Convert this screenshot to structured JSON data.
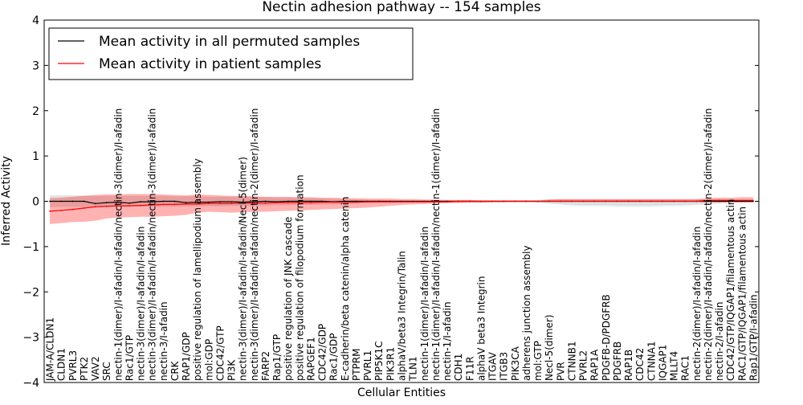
{
  "chart_data": {
    "type": "line",
    "title": "Nectin adhesion pathway -- 154 samples",
    "xlabel": "Cellular Entities",
    "ylabel": "Inferred Activity",
    "ylim": [
      -4,
      4
    ],
    "yticks": [
      "−4",
      "−3",
      "−2",
      "−1",
      "0",
      "1",
      "2",
      "3",
      "4"
    ],
    "ytick_values": [
      -4,
      -3,
      -2,
      -1,
      0,
      1,
      2,
      3,
      4
    ],
    "grid": false,
    "legend_placement": "top-left",
    "categories": [
      "JAM-A/CLDN1",
      "CLDN1",
      "PVRL3",
      "PTK2",
      "VAV2",
      "SRC",
      "nectin-1(dimer)/I-afadin/I-afadin/nectin-3(dimer)/I-afadin",
      "Rac1/GTP",
      "nectin-3(dimer)/I-afadin/I-afadin",
      "nectin-3(dimer)/I-afadin/I-afadin/nectin-3(dimer)/I-afadin",
      "nectin-3/I-afadin",
      "CRK",
      "RAP1/GDP",
      "positive regulation of lamellipodium assembly",
      "mol:GDP",
      "CDC42/GTP",
      "PI3K",
      "nectin-3(dimer)/I-afadin/I-afadin/Necl-5(dimer)",
      "nectin-3(dimer)/I-afadin/I-afadin/nectin-2(dimer)/I-afadin",
      "FARP2",
      "Rap1/GTP",
      "positive regulation of JNK cascade",
      "positive regulation of filopodium formation",
      "RAPGEF1",
      "CDC42/GDP",
      "Rac1/GDP",
      "E-cadherin/beta catenin/alpha catenin",
      "PTPRM",
      "PVRL1",
      "PIP5K1C",
      "PIK3R1",
      "alphaV/beta3 Integrin/Talin",
      "TLN1",
      "nectin-1(dimer)/I-afadin/I-afadin",
      "nectin-1(dimer)/I-afadin/I-afadin/nectin-1(dimer)/I-afadin",
      "nectin-1/I-afadin",
      "CDH1",
      "F11R",
      "alphaV beta3 Integrin",
      "ITGAV",
      "ITGB3",
      "PIK3CA",
      "adherens junction assembly",
      "mol:GTP",
      "Necl-5(dimer)",
      "PVR",
      "CTNNB1",
      "PVRL2",
      "RAP1A",
      "PDGFB-D/PDGFRB",
      "PDGFRB",
      "RAP1B",
      "CDC42",
      "CTNNA1",
      "IQGAP1",
      "MLLT4",
      "RAC1",
      "nectin-2(dimer)/I-afadin/I-afadin",
      "nectin-2(dimer)/I-afadin/I-afadin/nectin-2(dimer)/I-afadin",
      "nectin-2/I-afadin",
      "CDC42/GTP/IQGAP1/filamentous actin",
      "RAC1/GTP/IQGAP1/filamentous actin",
      "Rap1/GTP/I-afadin"
    ],
    "series": [
      {
        "name": "Mean activity in all permuted samples",
        "color": "#000000",
        "values": [
          0.0,
          0.0,
          0.0,
          0.0,
          -0.05,
          -0.03,
          -0.02,
          -0.04,
          -0.01,
          -0.01,
          0.0,
          0.0,
          -0.03,
          -0.02,
          -0.02,
          -0.01,
          -0.01,
          -0.02,
          -0.01,
          0.0,
          -0.01,
          0.0,
          0.0,
          0.0,
          0.0,
          -0.01,
          0.0,
          0.0,
          0.0,
          0.0,
          0.0,
          0.0,
          0.0,
          0.0,
          0.0,
          0.0,
          0.0,
          0.0,
          0.0,
          0.0,
          0.0,
          0.0,
          0.0,
          0.0,
          0.0,
          0.0,
          0.0,
          0.0,
          0.0,
          0.0,
          0.0,
          0.0,
          0.0,
          0.0,
          0.0,
          0.0,
          0.0,
          0.0,
          0.0,
          0.0,
          0.0,
          0.0,
          0.0
        ],
        "band_lower": [
          -0.13,
          -0.13,
          -0.13,
          -0.13,
          -0.13,
          -0.13,
          -0.12,
          -0.12,
          -0.12,
          -0.12,
          -0.12,
          -0.12,
          -0.11,
          -0.11,
          -0.11,
          -0.11,
          -0.1,
          -0.1,
          -0.1,
          -0.1,
          -0.09,
          -0.09,
          -0.08,
          -0.08,
          -0.07,
          -0.07,
          -0.06,
          -0.05,
          -0.04,
          -0.03,
          -0.03,
          -0.02,
          -0.02,
          -0.02,
          -0.02,
          -0.02,
          -0.02,
          -0.02,
          -0.02,
          -0.02,
          -0.02,
          -0.02,
          -0.02,
          -0.03,
          -0.05,
          -0.07,
          -0.09,
          -0.1,
          -0.1,
          -0.1,
          -0.11,
          -0.11,
          -0.11,
          -0.11,
          -0.1,
          -0.1,
          -0.09,
          -0.08,
          -0.07,
          -0.05,
          -0.04,
          -0.03,
          -0.03
        ],
        "band_upper": [
          0.13,
          0.13,
          0.13,
          0.13,
          0.12,
          0.12,
          0.12,
          0.12,
          0.12,
          0.12,
          0.12,
          0.11,
          0.11,
          0.11,
          0.1,
          0.1,
          0.1,
          0.1,
          0.09,
          0.09,
          0.08,
          0.08,
          0.07,
          0.07,
          0.06,
          0.05,
          0.05,
          0.04,
          0.03,
          0.03,
          0.02,
          0.02,
          0.02,
          0.02,
          0.02,
          0.02,
          0.02,
          0.02,
          0.02,
          0.02,
          0.02,
          0.02,
          0.02,
          0.03,
          0.04,
          0.05,
          0.05,
          0.05,
          0.05,
          0.05,
          0.05,
          0.05,
          0.05,
          0.05,
          0.05,
          0.05,
          0.05,
          0.05,
          0.05,
          0.05,
          0.04,
          0.03,
          0.03
        ]
      },
      {
        "name": "Mean activity in patient samples",
        "color": "#ff0000",
        "values": [
          -0.22,
          -0.2,
          -0.18,
          -0.15,
          -0.12,
          -0.11,
          -0.1,
          -0.1,
          -0.09,
          -0.08,
          -0.07,
          -0.07,
          -0.06,
          -0.06,
          -0.05,
          -0.05,
          -0.05,
          -0.04,
          -0.04,
          -0.04,
          -0.03,
          -0.03,
          -0.03,
          -0.03,
          -0.02,
          -0.02,
          -0.02,
          -0.02,
          -0.01,
          -0.01,
          -0.01,
          -0.01,
          -0.01,
          -0.01,
          -0.01,
          -0.01,
          0.0,
          0.0,
          0.0,
          0.0,
          0.0,
          0.0,
          0.0,
          0.0,
          0.0,
          0.0,
          0.0,
          0.0,
          0.0,
          0.0,
          0.0,
          0.0,
          0.0,
          0.0,
          0.0,
          0.0,
          0.0,
          0.0,
          0.02,
          0.02,
          0.02,
          0.02,
          0.02
        ],
        "band_lower": [
          -0.5,
          -0.48,
          -0.46,
          -0.45,
          -0.43,
          -0.38,
          -0.36,
          -0.35,
          -0.34,
          -0.34,
          -0.33,
          -0.32,
          -0.3,
          -0.25,
          -0.23,
          -0.24,
          -0.25,
          -0.24,
          -0.23,
          -0.23,
          -0.22,
          -0.21,
          -0.2,
          -0.19,
          -0.18,
          -0.17,
          -0.16,
          -0.15,
          -0.14,
          -0.12,
          -0.1,
          -0.08,
          -0.07,
          -0.06,
          -0.05,
          -0.04,
          -0.04,
          -0.03,
          -0.03,
          -0.02,
          -0.02,
          -0.01,
          -0.01,
          0.0,
          -0.01,
          -0.01,
          -0.01,
          -0.01,
          -0.01,
          -0.01,
          -0.01,
          -0.01,
          -0.01,
          -0.01,
          -0.01,
          -0.01,
          -0.01,
          -0.01,
          -0.02,
          -0.02,
          -0.02,
          -0.02,
          -0.02
        ],
        "band_upper": [
          0.07,
          0.08,
          0.1,
          0.12,
          0.14,
          0.15,
          0.15,
          0.16,
          0.16,
          0.16,
          0.15,
          0.14,
          0.13,
          0.15,
          0.14,
          0.13,
          0.12,
          0.12,
          0.11,
          0.1,
          0.1,
          0.1,
          0.09,
          0.09,
          0.08,
          0.08,
          0.07,
          0.07,
          0.06,
          0.06,
          0.06,
          0.05,
          0.05,
          0.04,
          0.04,
          0.03,
          0.03,
          0.03,
          0.02,
          0.02,
          0.02,
          0.02,
          0.02,
          0.01,
          0.04,
          0.05,
          0.05,
          0.05,
          0.05,
          0.05,
          0.05,
          0.05,
          0.05,
          0.05,
          0.05,
          0.05,
          0.05,
          0.05,
          0.07,
          0.08,
          0.08,
          0.09,
          0.09
        ]
      }
    ]
  }
}
